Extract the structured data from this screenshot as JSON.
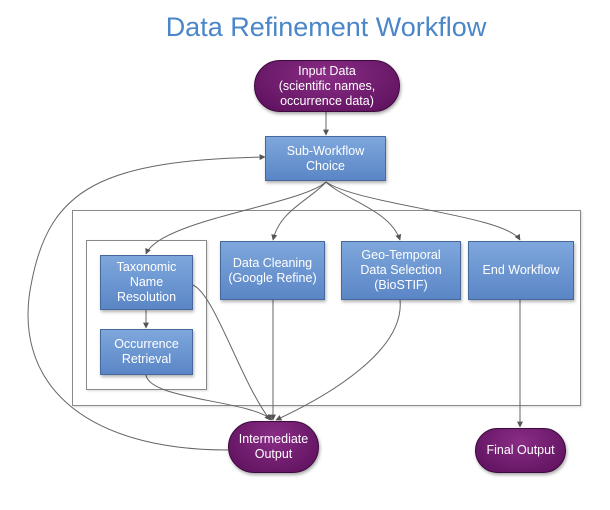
{
  "title": "Data Refinement Workflow",
  "nodes": {
    "input": "Input Data\n(scientific names,\noccurrence data)",
    "choice": "Sub-Workflow\nChoice",
    "taxonomic": "Taxonomic\nName\nResolution",
    "occurrence": "Occurrence\nRetrieval",
    "cleaning": "Data Cleaning\n(Google Refine)",
    "geo": "Geo-Temporal\nData Selection\n(BioSTIF)",
    "end": "End Workflow",
    "intermediate": "Intermediate\nOutput",
    "final": "Final Output"
  },
  "colors": {
    "title": "#4a86c8",
    "process_box": "#6b96d2",
    "terminal": "#6a1a68",
    "edge": "#555555"
  }
}
